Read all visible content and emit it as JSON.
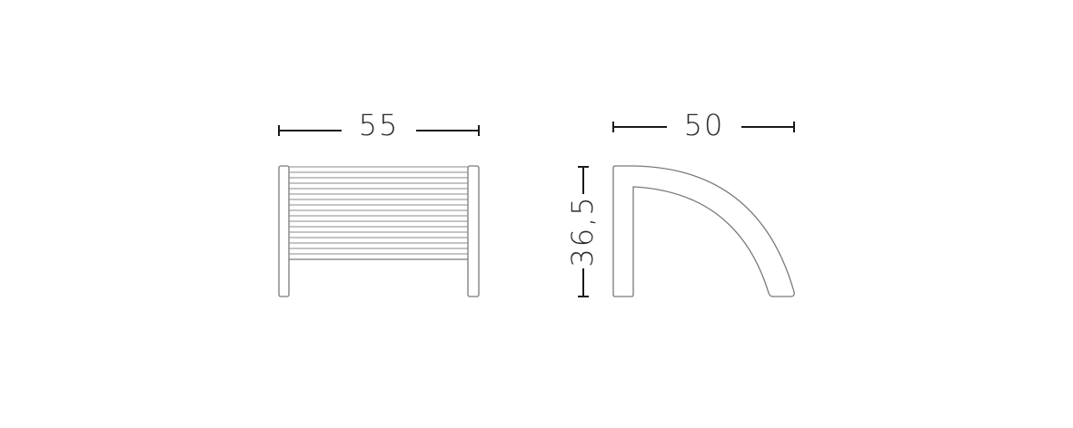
{
  "front_view": {
    "width_label": "55"
  },
  "side_view": {
    "depth_label": "50",
    "height_label": "36,5"
  },
  "colors": {
    "dimension": "#1a1a1a",
    "outline": "#7a7a7a",
    "text": "#2a2a2a"
  }
}
